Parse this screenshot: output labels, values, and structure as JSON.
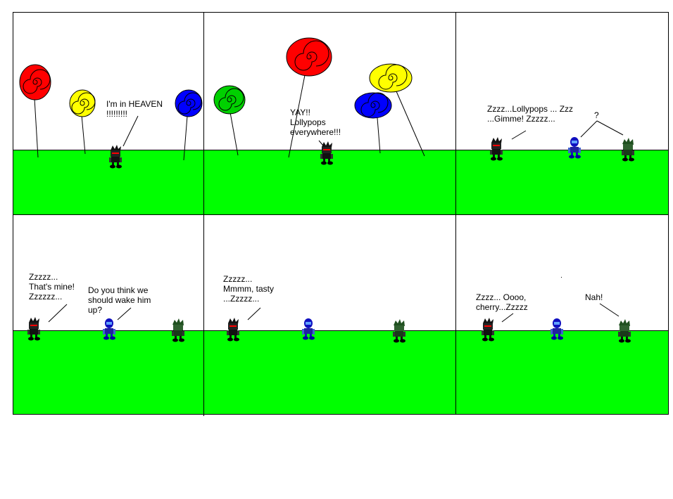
{
  "colors": {
    "background": "#ffffff",
    "grass": "#00ff00",
    "border": "#000000",
    "lollipop_red": "#ff0000",
    "lollipop_yellow": "#ffff00",
    "lollipop_blue": "#0000ff",
    "lollipop_green": "#00d000",
    "character_black": "#1a1a1a",
    "character_blue": "#1010c0",
    "character_green": "#206020"
  },
  "panels": [
    {
      "id": "panel-1",
      "speech": [
        {
          "text": "I'm in HEAVEN\n!!!!!!!!!"
        }
      ]
    },
    {
      "id": "panel-2",
      "speech": [
        {
          "text": "YAY!!\nLollypops\neverywhere!!!"
        }
      ]
    },
    {
      "id": "panel-3",
      "speech": [
        {
          "text": "Zzzz...Lollypops ... Zzz\n...Gimme! Zzzzz..."
        },
        {
          "text": "?"
        }
      ]
    },
    {
      "id": "panel-4",
      "speech": [
        {
          "text": "Zzzzz...\nThat's mine!\nZzzzzz..."
        },
        {
          "text": "Do you think we\nshould wake him\nup?"
        }
      ]
    },
    {
      "id": "panel-5",
      "speech": [
        {
          "text": "Zzzzz...\nMmmm, tasty\n...Zzzzz..."
        }
      ]
    },
    {
      "id": "panel-6",
      "speech": [
        {
          "text": "Zzzz... Oooo,\ncherry...Zzzzz"
        },
        {
          "text": "Nah!"
        }
      ]
    }
  ]
}
